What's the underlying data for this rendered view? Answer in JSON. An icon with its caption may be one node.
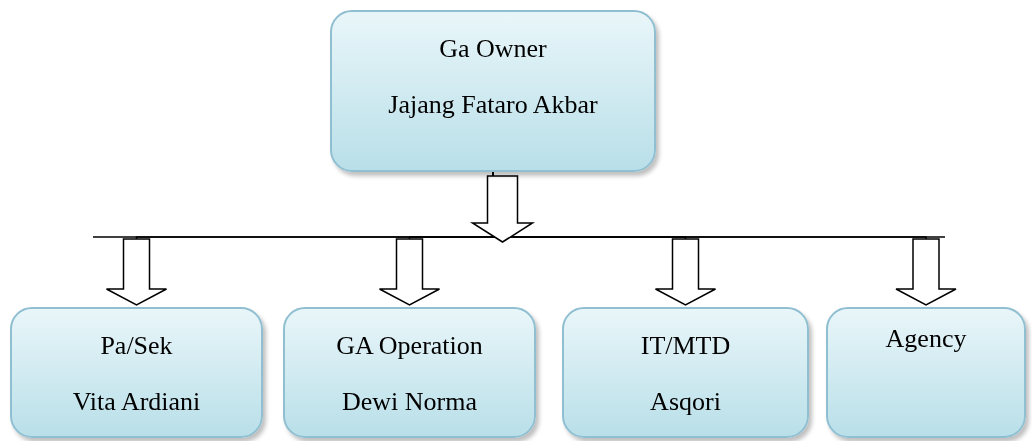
{
  "diagram": {
    "nodes": [
      {
        "text": [
          "Ga Owner",
          "Jajang Fataro Akbar"
        ]
      },
      {
        "text": [
          "Pa/Sek",
          "Vita Ardiani"
        ]
      },
      {
        "text": [
          "GA Operation",
          "Dewi Norma"
        ]
      },
      {
        "text": [
          "IT/MTD",
          "Asqori"
        ]
      },
      {
        "text": [
          "Agency"
        ]
      }
    ],
    "edges": [
      {
        "from": 0,
        "to": 1,
        "arrow": "to"
      },
      {
        "from": 0,
        "to": 2,
        "arrow": "to"
      },
      {
        "from": 0,
        "to": 3,
        "arrow": "to"
      },
      {
        "from": 0,
        "to": 4,
        "arrow": "to"
      }
    ]
  }
}
